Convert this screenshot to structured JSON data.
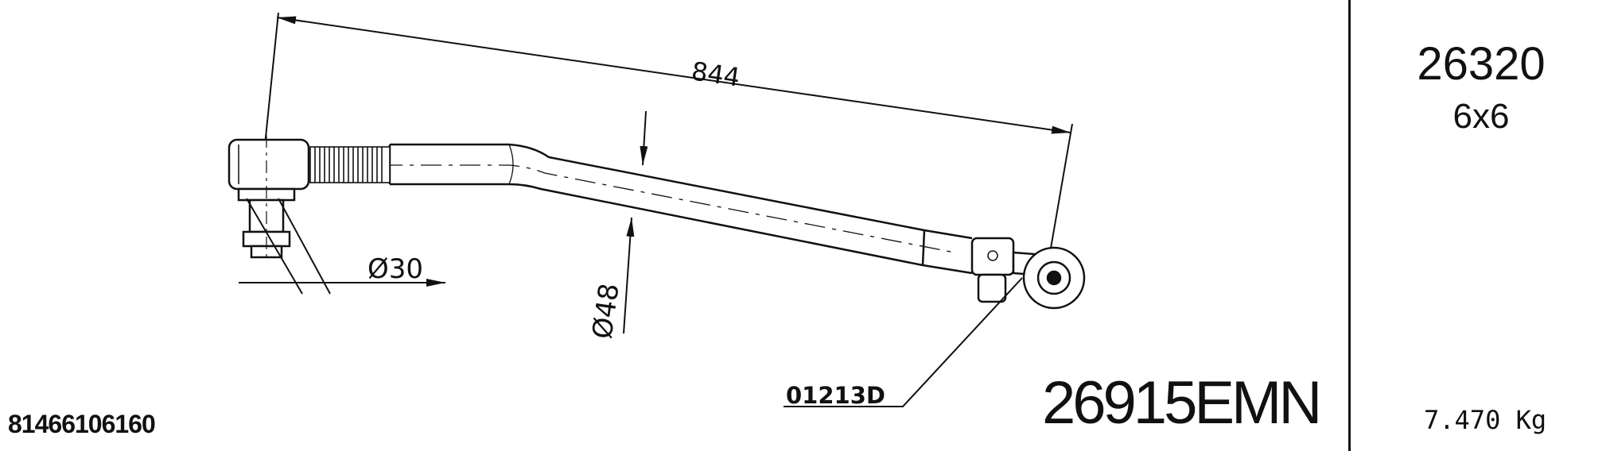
{
  "drawing": {
    "length_dimension": "844",
    "end_diameter": "Ø30",
    "tube_diameter": "Ø48",
    "component_code": "01213D"
  },
  "part_number": "26915EMN",
  "oem_number": "81466106160",
  "model": {
    "code": "26320",
    "axle_config": "6x6"
  },
  "weight": "7.470 Kg"
}
